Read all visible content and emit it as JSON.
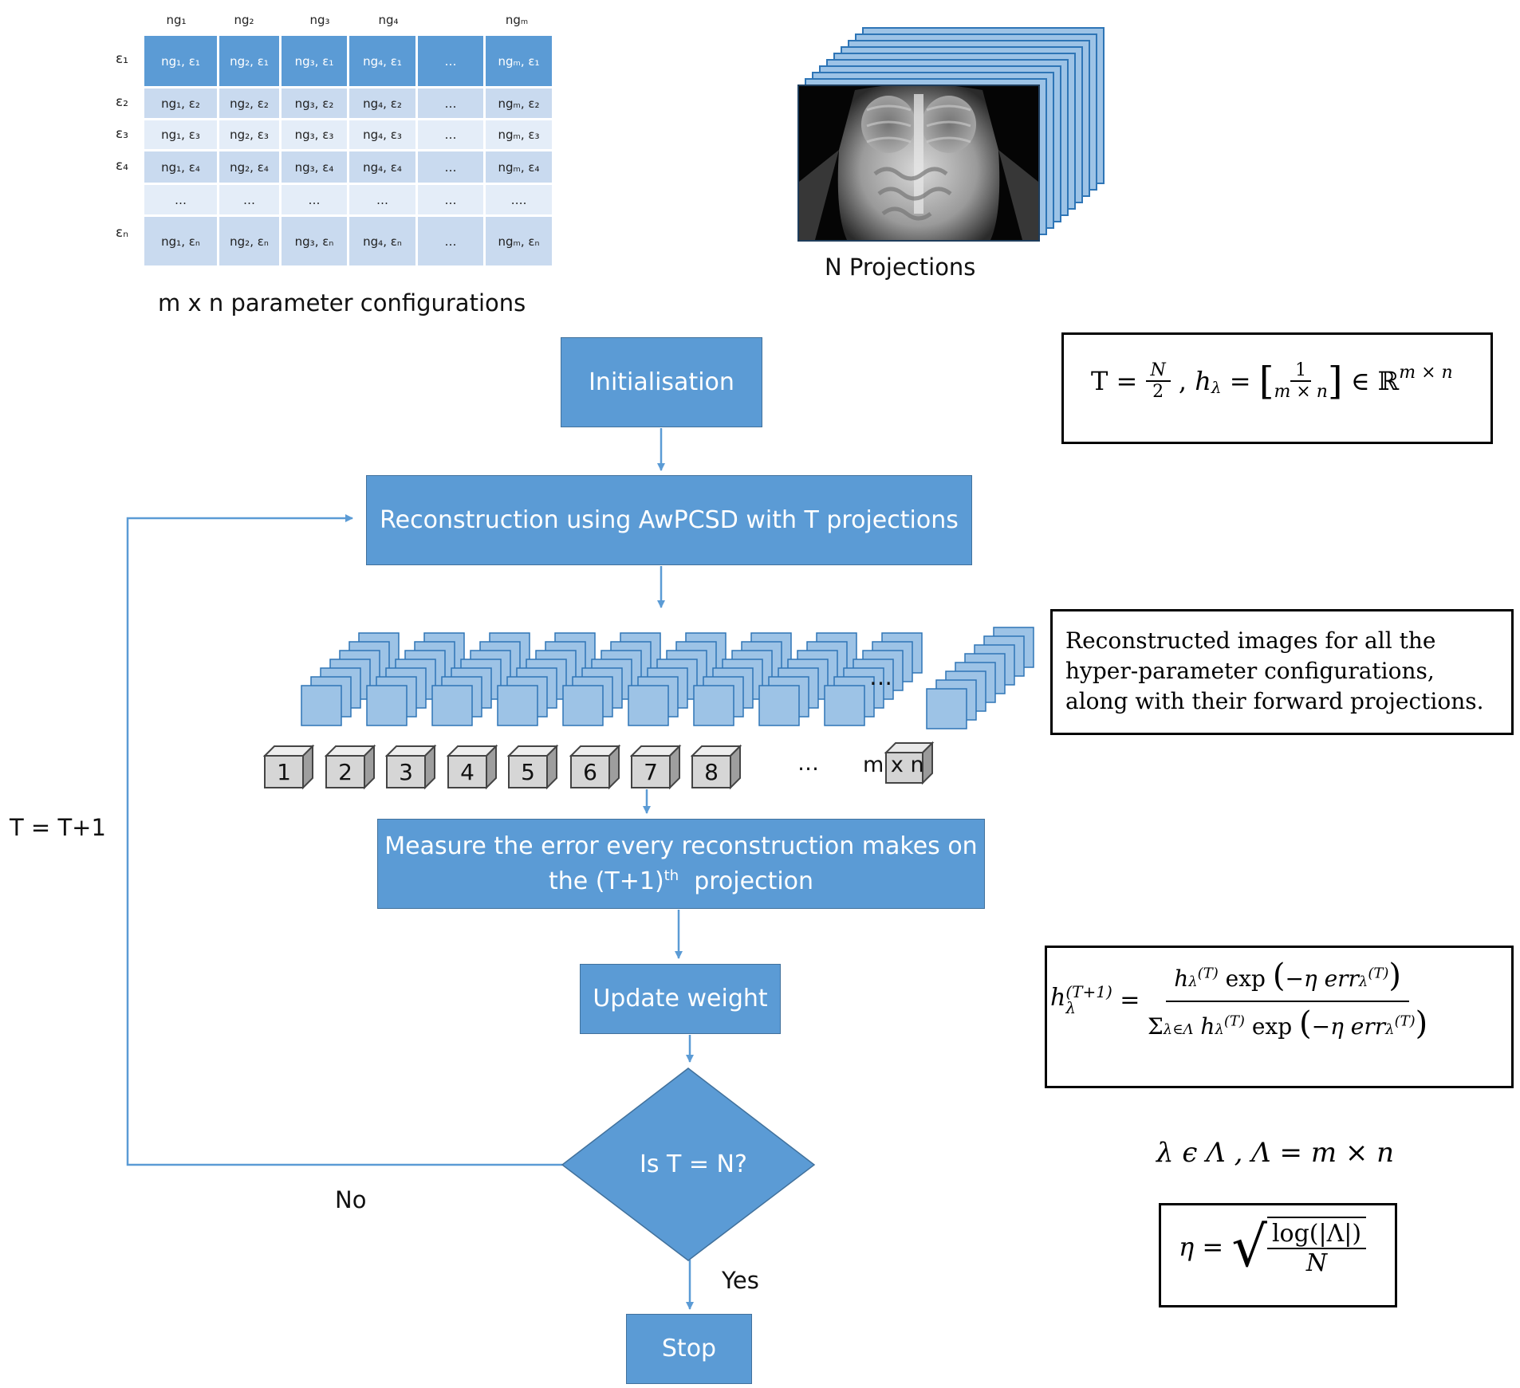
{
  "grid": {
    "col_headers": [
      "ng₁",
      "ng₂",
      "ng₃",
      "ng₄",
      "ngₘ"
    ],
    "row_headers": [
      "ε₁",
      "ε₂",
      "ε₃",
      "ε₄",
      "εₙ"
    ],
    "rows": [
      [
        "ng₁, ε₁",
        "ng₂, ε₁",
        "ng₃, ε₁",
        "ng₄, ε₁",
        "…",
        "ngₘ, ε₁"
      ],
      [
        "ng₁, ε₂",
        "ng₂, ε₂",
        "ng₃, ε₂",
        "ng₄, ε₂",
        "…",
        "ngₘ, ε₂"
      ],
      [
        "ng₁, ε₃",
        "ng₂, ε₃",
        "ng₃, ε₃",
        "ng₄, ε₃",
        "…",
        "ngₘ, ε₃"
      ],
      [
        "ng₁, ε₄",
        "ng₂, ε₄",
        "ng₃, ε₄",
        "ng₄, ε₄",
        "…",
        "ngₘ, ε₄"
      ],
      [
        "…",
        "…",
        "…",
        "…",
        "…",
        "…."
      ],
      [
        "ng₁, εₙ",
        "ng₂, εₙ",
        "ng₃, εₙ",
        "ng₄, εₙ",
        "…",
        "ngₘ, εₙ"
      ]
    ],
    "caption": "m x n  parameter configurations"
  },
  "projections": {
    "caption": "N  Projections"
  },
  "flow": {
    "init": "Initialisation",
    "recon": "Reconstruction using AwPCSD with T projections",
    "measure_line1": "Measure the error every reconstruction makes on",
    "measure_line2_pre": "the (T+1)",
    "measure_line2_sup": "th",
    "measure_line2_post": "  projection",
    "update": "Update weight",
    "decision": "Is T = N?",
    "stop": "Stop",
    "no_label": "No",
    "yes_label": "Yes",
    "loop_label": "T = T+1"
  },
  "cubes": {
    "labels": [
      "1",
      "2",
      "3",
      "4",
      "5",
      "6",
      "7",
      "8"
    ],
    "ellipsis": "…",
    "last_label": "m x n",
    "stack_ellipsis": "…"
  },
  "notes": {
    "reconstructed": "Reconstructed images for all the hyper-parameter configurations, along with their forward projections.",
    "lambda": "λ ϵ Λ , Λ = m × n"
  },
  "colors": {
    "box_fill": "#5b9bd5",
    "box_border": "#41719c",
    "grid_header": "#5b9bd5",
    "grid_dark": "#c9daef",
    "grid_light": "#e4edf8",
    "arrow": "#5b9bd5"
  }
}
